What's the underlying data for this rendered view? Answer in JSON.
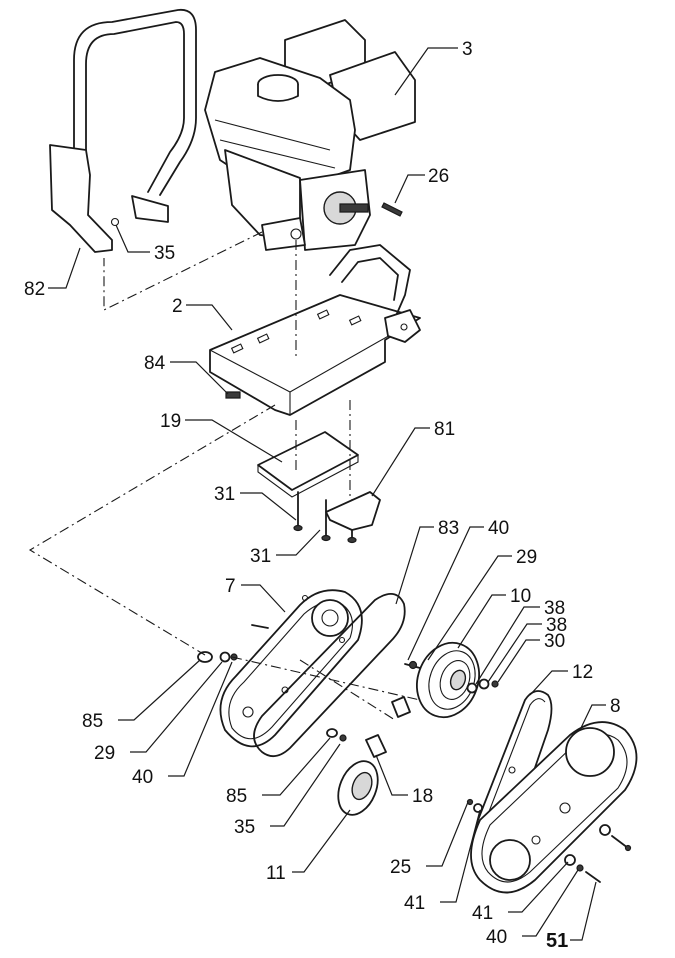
{
  "callouts": [
    {
      "key": "c3",
      "text": "3"
    },
    {
      "key": "c26",
      "text": "26"
    },
    {
      "key": "c35a",
      "text": "35"
    },
    {
      "key": "c82",
      "text": "82"
    },
    {
      "key": "c2",
      "text": "2"
    },
    {
      "key": "c84",
      "text": "84"
    },
    {
      "key": "c19",
      "text": "19"
    },
    {
      "key": "c81",
      "text": "81"
    },
    {
      "key": "c31a",
      "text": "31"
    },
    {
      "key": "c31b",
      "text": "31"
    },
    {
      "key": "c83",
      "text": "83"
    },
    {
      "key": "c40a",
      "text": "40"
    },
    {
      "key": "c29a",
      "text": "29"
    },
    {
      "key": "c7",
      "text": "7"
    },
    {
      "key": "c10",
      "text": "10"
    },
    {
      "key": "c38a",
      "text": "38"
    },
    {
      "key": "c38b",
      "text": "38"
    },
    {
      "key": "c30",
      "text": "30"
    },
    {
      "key": "c12",
      "text": "12"
    },
    {
      "key": "c8",
      "text": "8"
    },
    {
      "key": "c85a",
      "text": "85"
    },
    {
      "key": "c29b",
      "text": "29"
    },
    {
      "key": "c40b",
      "text": "40"
    },
    {
      "key": "c85b",
      "text": "85"
    },
    {
      "key": "c18",
      "text": "18"
    },
    {
      "key": "c35b",
      "text": "35"
    },
    {
      "key": "c11",
      "text": "11"
    },
    {
      "key": "c25",
      "text": "25"
    },
    {
      "key": "c41a",
      "text": "41"
    },
    {
      "key": "c41b",
      "text": "41"
    },
    {
      "key": "c40c",
      "text": "40"
    },
    {
      "key": "c51",
      "text": "51",
      "emphasis": "bold"
    }
  ],
  "colors": {
    "ink": "#1a1a1a",
    "paper": "#ffffff"
  }
}
